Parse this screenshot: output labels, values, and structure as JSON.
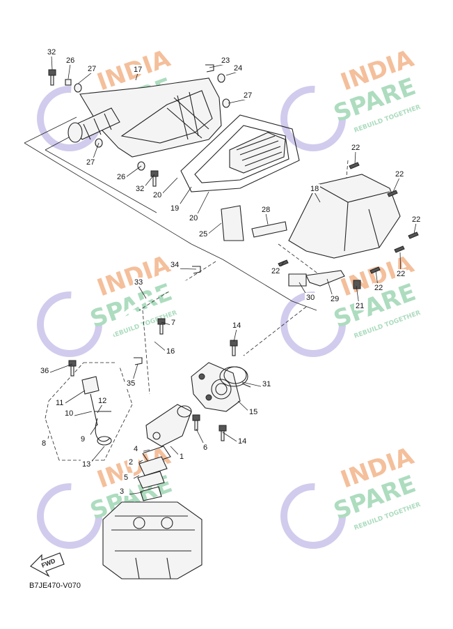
{
  "diagram_code": "B7JE470-V070",
  "fwd_label": "FWD",
  "watermark": {
    "line1": "INDIA",
    "line2": "SPARE",
    "tagline": "REBUILD TOGETHER",
    "color_primary": "#f3b58a",
    "color_secondary": "#9fd6b4",
    "color_icon": "#c9c3ea"
  },
  "callouts": [
    "32",
    "26",
    "27",
    "17",
    "23",
    "24",
    "27",
    "27",
    "26",
    "32",
    "20",
    "19",
    "20",
    "22",
    "22",
    "22",
    "18",
    "28",
    "25",
    "22",
    "22",
    "22",
    "34",
    "33",
    "30",
    "29",
    "21",
    "7",
    "14",
    "16",
    "36",
    "35",
    "31",
    "11",
    "12",
    "10",
    "15",
    "8",
    "9",
    "13",
    "6",
    "14",
    "4",
    "1",
    "2",
    "5",
    "3"
  ]
}
